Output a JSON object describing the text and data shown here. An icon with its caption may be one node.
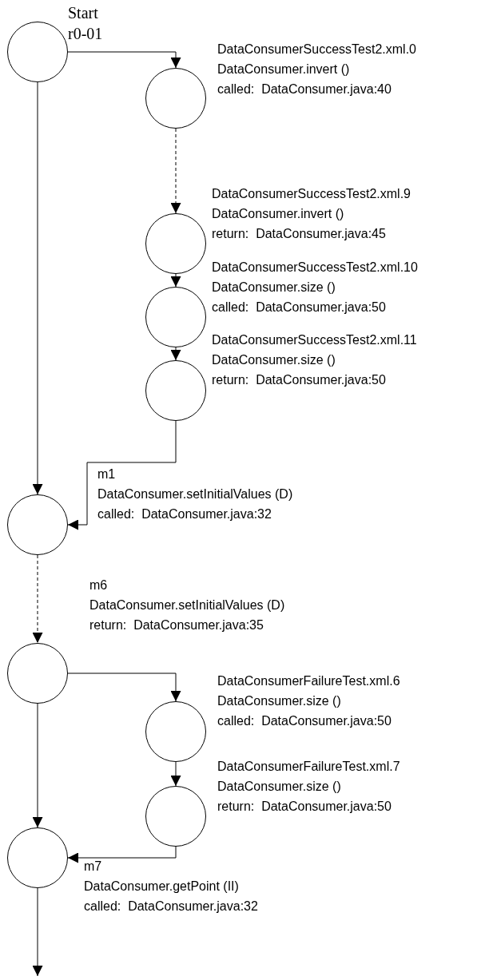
{
  "diagram": {
    "nodes": [
      {
        "text": [],
        "shape": "circle",
        "beside": [
          "Start",
          "r0-01"
        ]
      },
      {
        "text": [],
        "shape": "circle",
        "beside": [
          "DataConsumerSuccessTest2.xml.0",
          "DataConsumer.invert ()",
          "called:  DataConsumer.java:40"
        ]
      },
      {
        "text": [],
        "shape": "circle",
        "beside": [
          "DataConsumerSuccessTest2.xml.9",
          "DataConsumer.invert ()",
          "return:  DataConsumer.java:45"
        ]
      },
      {
        "text": [],
        "shape": "circle",
        "beside": [
          "DataConsumerSuccessTest2.xml.10",
          "DataConsumer.size ()",
          "called:  DataConsumer.java:50"
        ]
      },
      {
        "text": [],
        "shape": "circle",
        "beside": [
          "DataConsumerSuccessTest2.xml.11",
          "DataConsumer.size ()",
          "return:  DataConsumer.java:50"
        ]
      },
      {
        "text": [],
        "shape": "circle",
        "beside": [
          "m1",
          "DataConsumer.setInitialValues (D)",
          "called:  DataConsumer.java:32"
        ]
      },
      {
        "text": [],
        "shape": "circle",
        "beside": [
          "m6",
          "DataConsumer.setInitialValues (D)",
          "return:  DataConsumer.java:35"
        ]
      },
      {
        "text": [],
        "shape": "circle",
        "beside": [
          "DataConsumerFailureTest.xml.6",
          "DataConsumer.size ()",
          "called:  DataConsumer.java:50"
        ]
      },
      {
        "text": [],
        "shape": "circle",
        "beside": [
          "DataConsumerFailureTest.xml.7",
          "DataConsumer.size ()",
          "return:  DataConsumer.java:50"
        ]
      },
      {
        "text": [],
        "shape": "circle",
        "beside": [
          "m7",
          "DataConsumer.getPoint (II)",
          "called:  DataConsumer.java:32"
        ]
      }
    ],
    "edges": [
      {
        "from": 0,
        "to": 1,
        "arrow": "to"
      },
      {
        "from": 0,
        "to": 5,
        "arrow": "to"
      },
      {
        "from": 1,
        "to": 2,
        "arrow": "to",
        "style": "dashed"
      },
      {
        "from": 2,
        "to": 3,
        "arrow": "to"
      },
      {
        "from": 3,
        "to": 4,
        "arrow": "to"
      },
      {
        "from": 4,
        "to": 5,
        "arrow": "to"
      },
      {
        "from": 5,
        "to": 6,
        "arrow": "to",
        "style": "dashed"
      },
      {
        "from": 6,
        "to": 7,
        "arrow": "to"
      },
      {
        "from": 6,
        "to": 9,
        "arrow": "to"
      },
      {
        "from": 7,
        "to": 8,
        "arrow": "to"
      },
      {
        "from": 8,
        "to": 9,
        "arrow": "to"
      },
      {
        "from": 9,
        "to": null,
        "arrow": "to"
      }
    ]
  }
}
